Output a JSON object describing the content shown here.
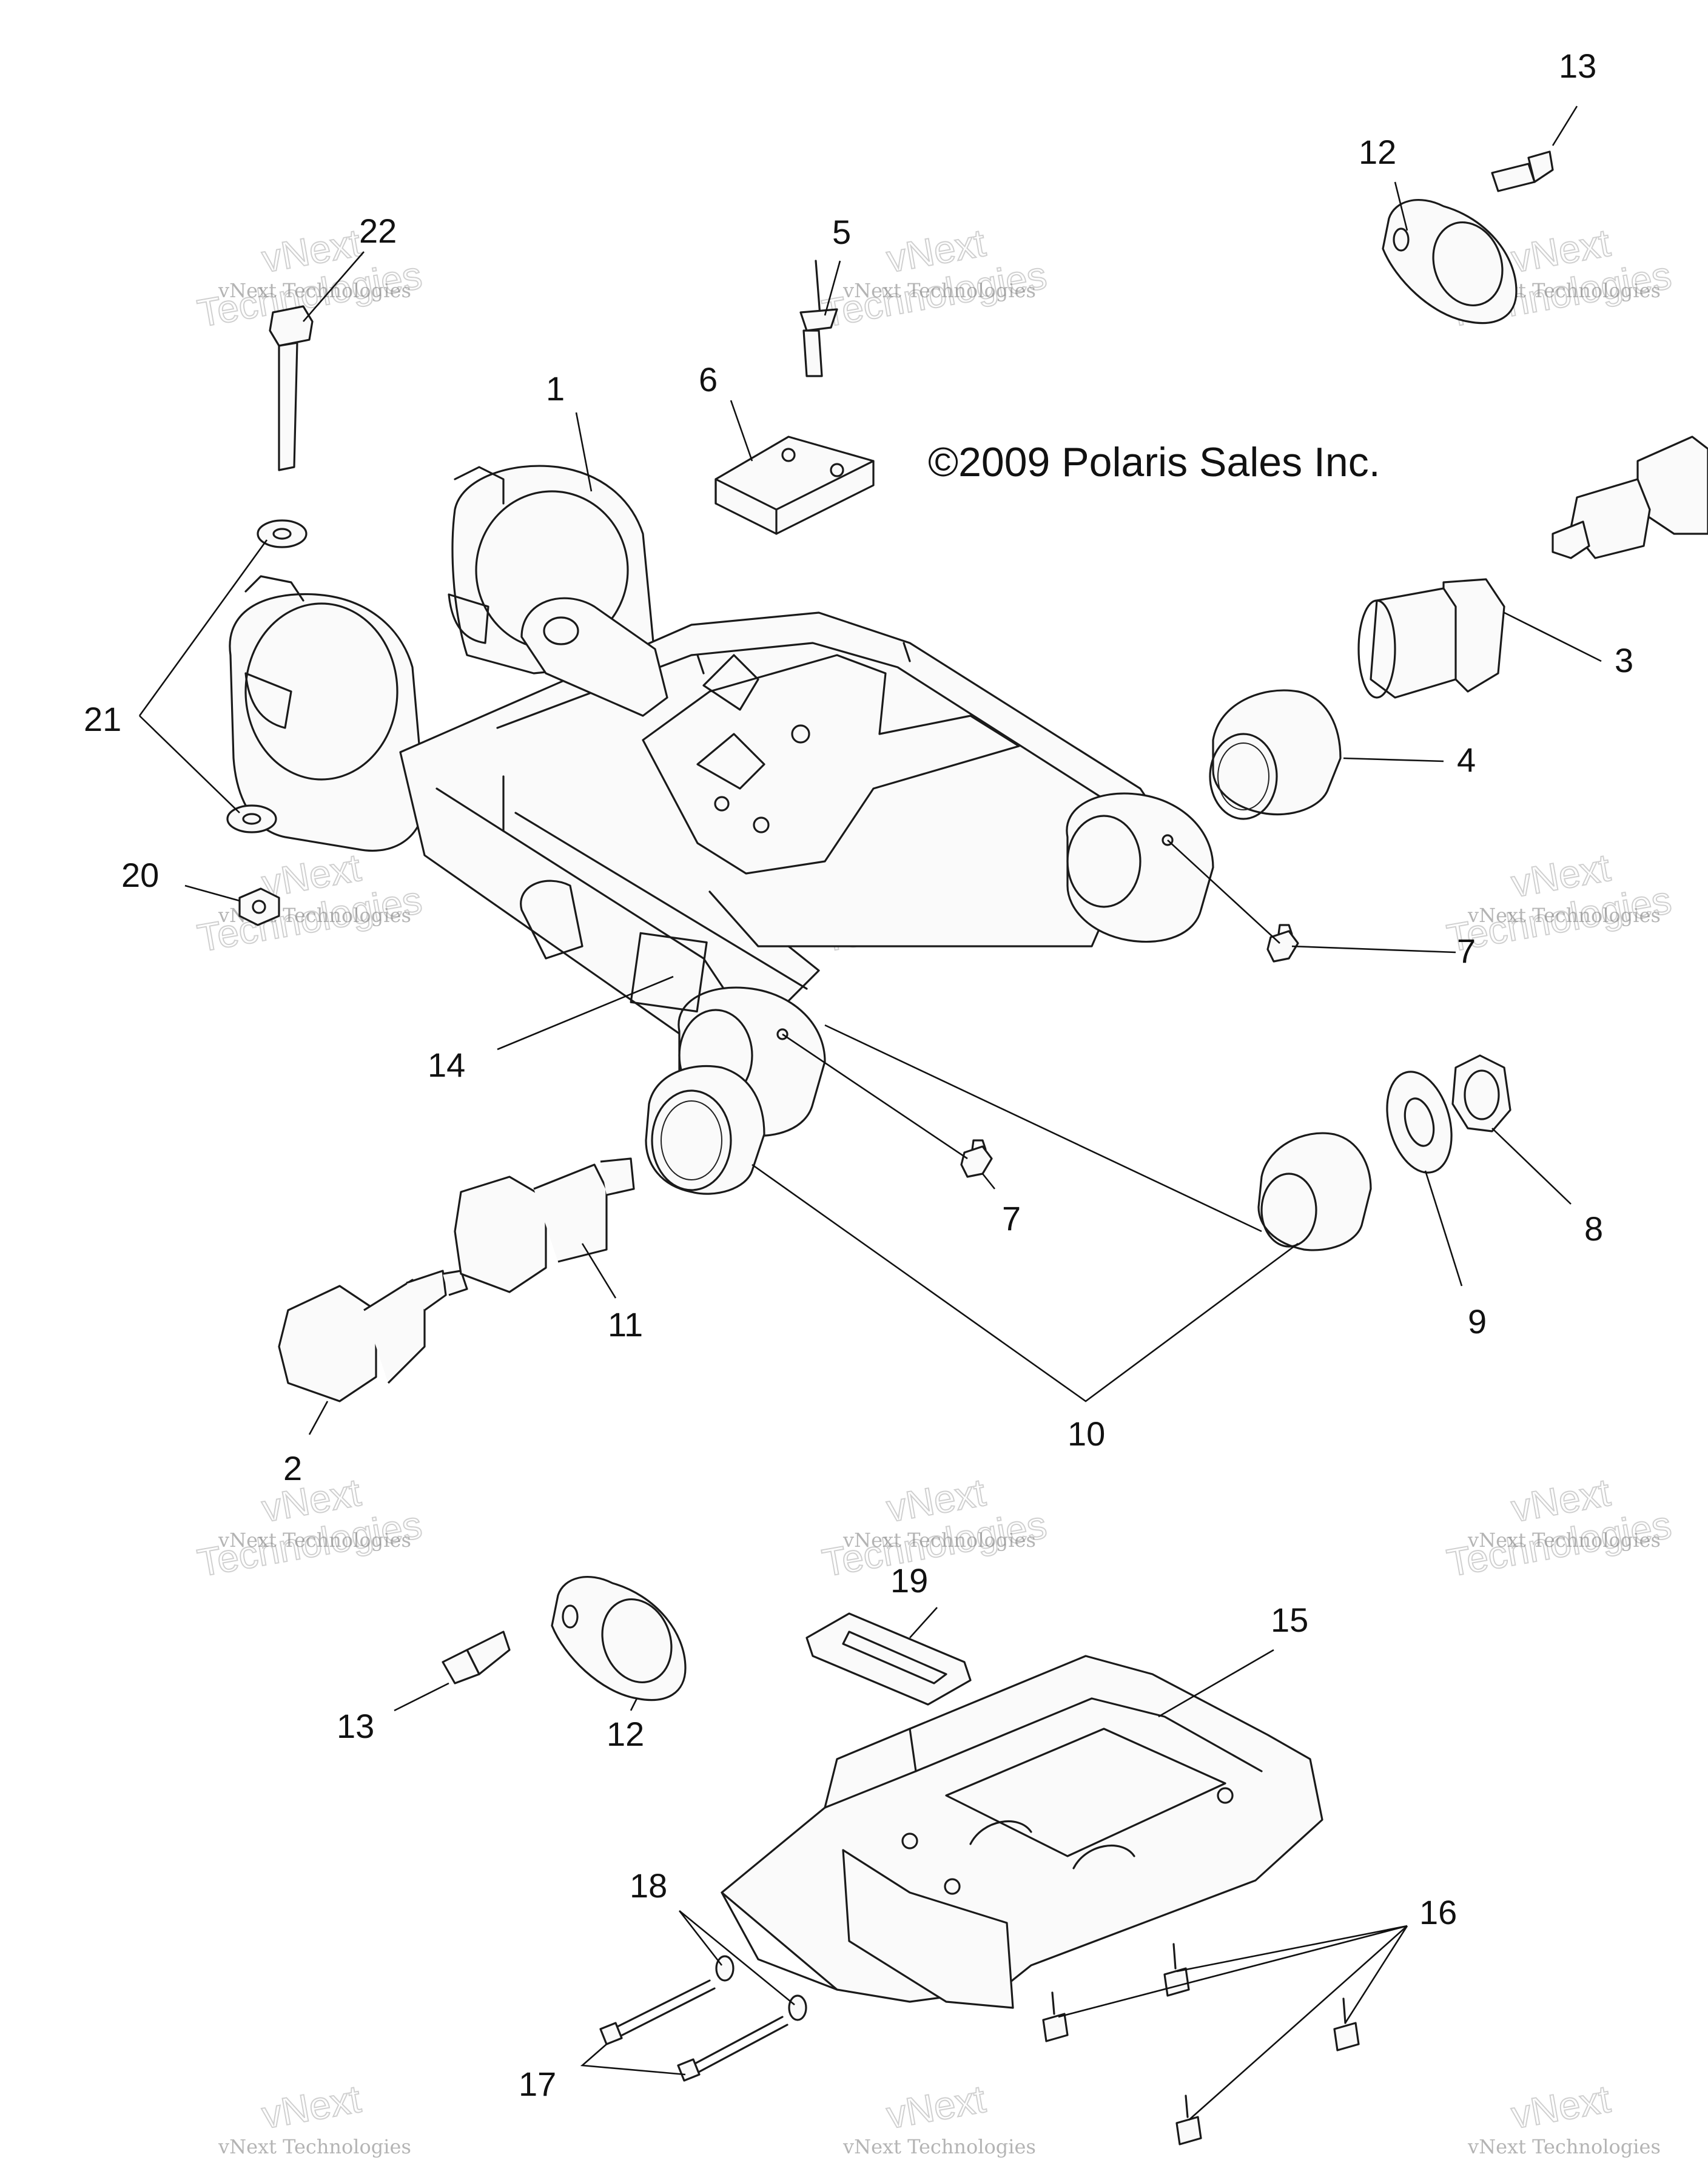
{
  "copyright": "©2009 Polaris Sales Inc.",
  "watermark": {
    "line1": "vNext Technologies",
    "line2": "vNext",
    "line3": "Technologies"
  },
  "callouts": {
    "c1": "1",
    "c2": "2",
    "c3": "3",
    "c4": "4",
    "c5": "5",
    "c6": "6",
    "c7a": "7",
    "c7b": "7",
    "c8": "8",
    "c9": "9",
    "c10": "10",
    "c11": "11",
    "c12a": "12",
    "c12b": "12",
    "c13a": "13",
    "c13b": "13",
    "c14": "14",
    "c15": "15",
    "c16": "16",
    "c17": "17",
    "c18": "18",
    "c19": "19",
    "c20": "20",
    "c21": "21",
    "c22": "22"
  }
}
